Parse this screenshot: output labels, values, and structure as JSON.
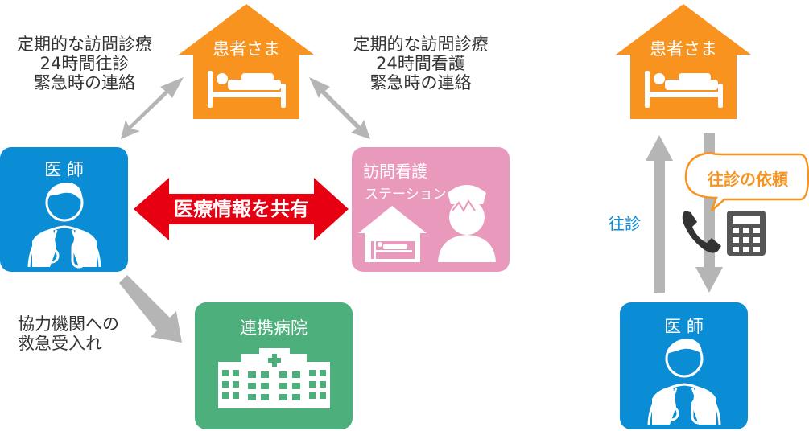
{
  "colors": {
    "patient": "#F8931F",
    "doctor": "#0B8DD6",
    "nurse": "#E99ABC",
    "hospital": "#4DAF7C",
    "share_arrow": "#E60012",
    "gray_arrow": "#B5B5B5",
    "callout": "#F8931F"
  },
  "patient_left": {
    "title": "患者さま"
  },
  "patient_right": {
    "title": "患者さま"
  },
  "doctor_left": {
    "title": "医 師"
  },
  "doctor_right": {
    "title": "医 師"
  },
  "nurse_station": {
    "line1": "訪問看護",
    "line2": "ステーション"
  },
  "hospital": {
    "title": "連携病院"
  },
  "share": {
    "label": "医療情報を共有"
  },
  "left_note": {
    "line1": "定期的な訪問診療",
    "line2": "24時間往診",
    "line3": "緊急時の連絡"
  },
  "right_note": {
    "line1": "定期的な訪問診療",
    "line2": "24時間看護",
    "line3": "緊急時の連絡"
  },
  "hospital_note": {
    "line1": "協力機関への",
    "line2": "救急受入れ"
  },
  "ōshin_label": "往診",
  "callout": {
    "label": "往診の依頼"
  },
  "icons": [
    "bed-icon",
    "doctor-icon",
    "nurse-icon",
    "house-bed-icon",
    "hospital-building-icon",
    "phone-icon",
    "calculator-icon"
  ]
}
